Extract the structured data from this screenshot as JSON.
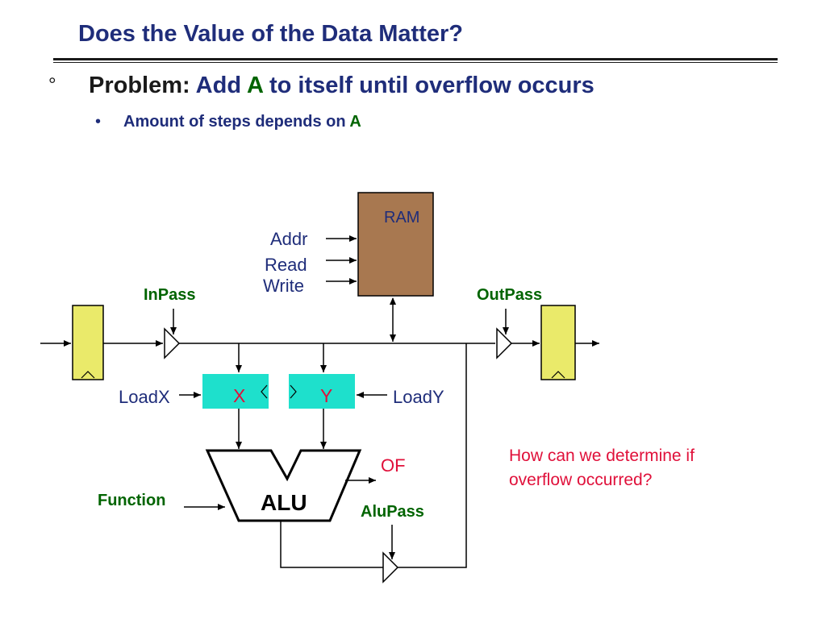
{
  "slide": {
    "title": "Does the Value of the Data Matter?",
    "bullet_symbol": "°",
    "problem": {
      "prefix": "Problem:",
      "add": "Add",
      "var": "A",
      "suffix": "to itself until overflow occurs"
    },
    "sub_bullet_symbol": "•",
    "sub_bullet": {
      "text": "Amount of steps depends on",
      "var": "A"
    }
  },
  "diagram": {
    "ram": "RAM",
    "addr": "Addr",
    "read": "Read",
    "write": "Write",
    "inpass": "InPass",
    "outpass": "OutPass",
    "loadx": "LoadX",
    "loady": "LoadY",
    "reg_x": "X",
    "reg_y": "Y",
    "of": "OF",
    "alu": "ALU",
    "function": "Function",
    "alupass": "AluPass",
    "colors": {
      "ram_fill": "#a87850",
      "latch_fill": "#eaea6a",
      "register_fill": "#1ee0cc",
      "accent_red": "#e0103a",
      "label_green": "#006400",
      "title_blue": "#1f2d7a"
    }
  },
  "question": "How can we determine if overflow occurred?"
}
